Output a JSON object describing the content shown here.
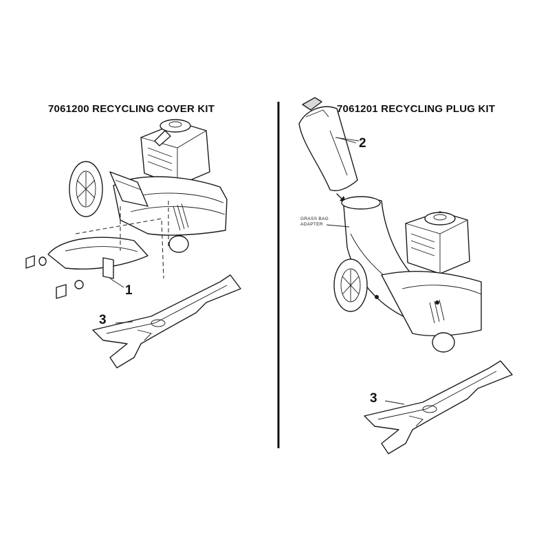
{
  "left_kit": {
    "title": "7061200 RECYCLING COVER KIT",
    "callout_1": "1",
    "callout_3": "3"
  },
  "right_kit": {
    "title": "7061201 RECYCLING PLUG KIT",
    "callout_2": "2",
    "callout_3": "3",
    "adapter_label_line1": "GRASS BAG",
    "adapter_label_line2": "ADAPTER"
  },
  "colors": {
    "ink": "#1a1a1a",
    "background": "#ffffff"
  }
}
